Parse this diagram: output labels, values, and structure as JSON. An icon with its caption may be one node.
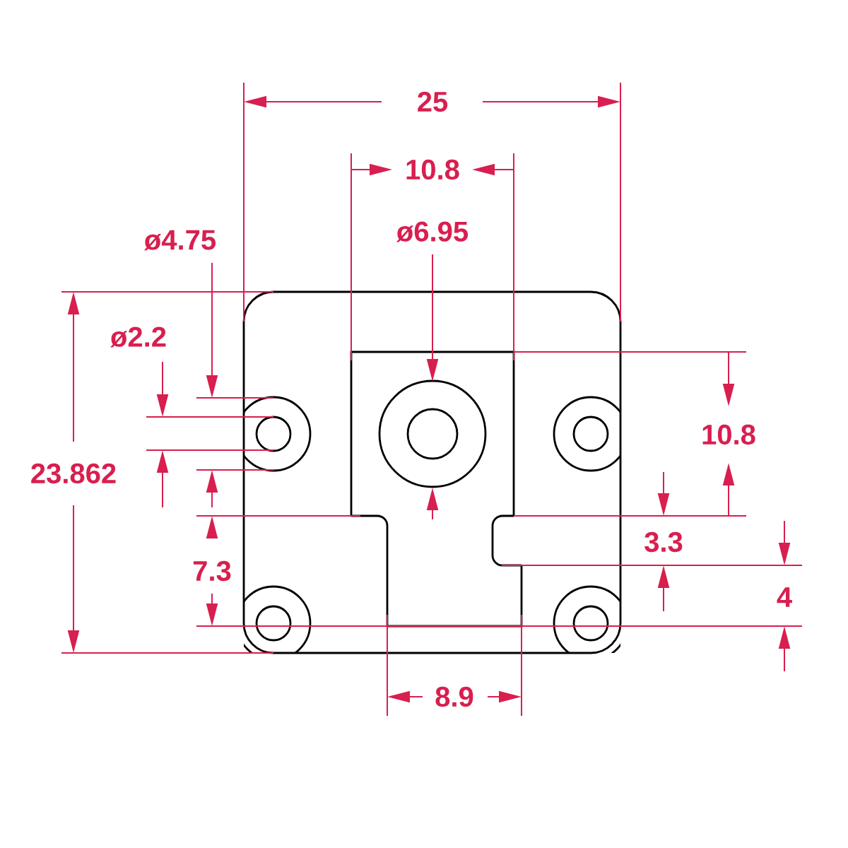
{
  "diagram": {
    "labels": [
      "25",
      "10.8",
      "ø6.95",
      "ø4.75",
      "ø2.2",
      "10.8",
      "23.862",
      "3.3",
      "7.3",
      "4",
      "8.9"
    ]
  }
}
